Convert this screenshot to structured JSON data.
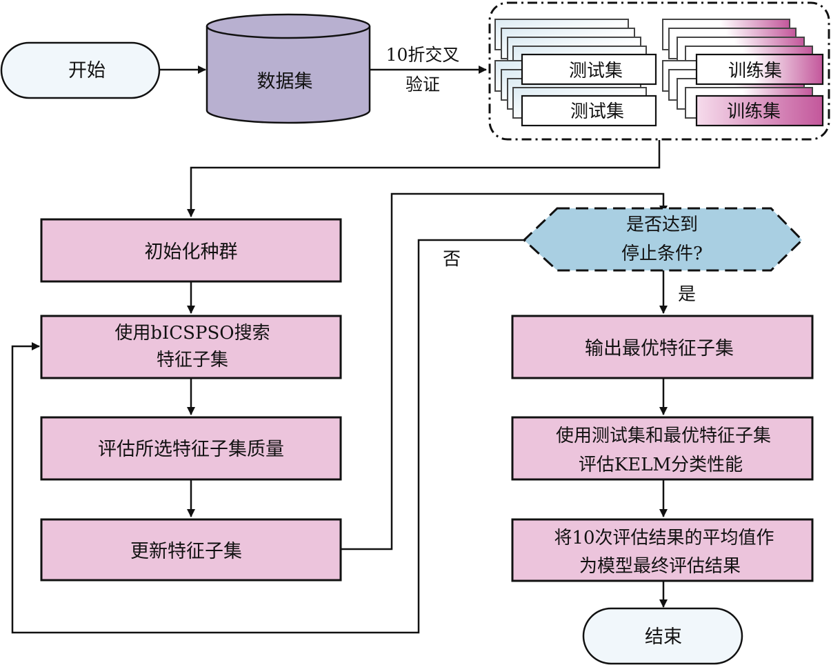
{
  "colors": {
    "process_fill": "#ecc4dc",
    "terminal_fill": "#f1f7fb",
    "database_fill": "#b8b0d0",
    "decision_fill": "#a9cfe2",
    "test_gradient_start": "#dcebf3",
    "train_gradient_end": "#c3579b",
    "stroke": "#111111"
  },
  "nodes": {
    "start": {
      "label": "开始"
    },
    "dataset": {
      "label": "数据集"
    },
    "cv_label": {
      "line1": "10折交叉",
      "line2": "验证"
    },
    "test_set_1": {
      "label": "测试集"
    },
    "test_set_2": {
      "label": "测试集"
    },
    "train_set_1": {
      "label": "训练集"
    },
    "train_set_2": {
      "label": "训练集"
    },
    "init_population": {
      "label": "初始化种群"
    },
    "search_subset": {
      "line1": "使用bICSPSO搜索",
      "line2": "特征子集"
    },
    "evaluate_quality": {
      "label": "评估所选特征子集质量"
    },
    "update_subset": {
      "label": "更新特征子集"
    },
    "stop_condition": {
      "line1": "是否达到",
      "line2": "停止条件?"
    },
    "output_best": {
      "label": "输出最优特征子集"
    },
    "evaluate_kelm": {
      "line1": "使用测试集和最优特征子集",
      "line2": "评估KELM分类性能"
    },
    "average_results": {
      "line1": "将10次评估结果的平均值作",
      "line2": "为模型最终评估结果"
    },
    "end": {
      "label": "结束"
    }
  },
  "edge_labels": {
    "no": "否",
    "yes": "是"
  }
}
